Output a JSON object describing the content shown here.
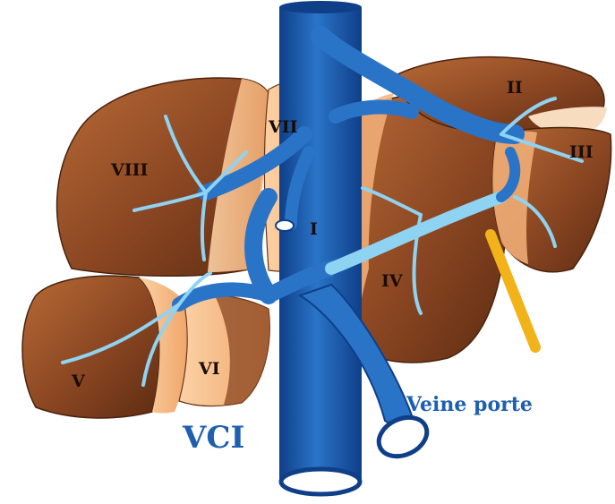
{
  "colors": {
    "liver_dark": "#7a3f1e",
    "liver_mid": "#a0582c",
    "liver_light": "#f6b883",
    "hepatic_vein": "#8fd3f2",
    "vena_cava": "#1f5fb0",
    "vena_cava_dark": "#0f3f88",
    "bile_duct": "#f2b21a",
    "label_dark": "#1a0c05"
  },
  "segments": {
    "I": "I",
    "II": "II",
    "III": "III",
    "IV": "IV",
    "V": "V",
    "VI": "VI",
    "VII": "VII",
    "VIII": "VIII"
  },
  "vessels": {
    "vci": "VCI",
    "portal_vein": "Veine porte"
  }
}
